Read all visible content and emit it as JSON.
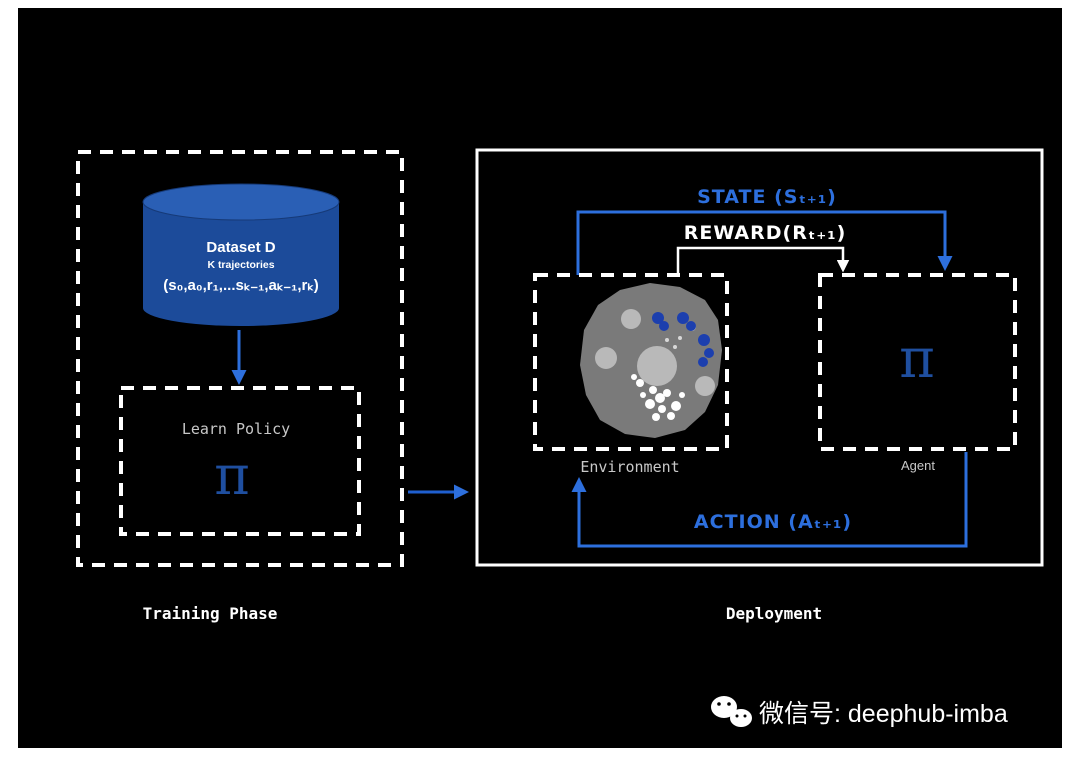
{
  "colors": {
    "background": "#000000",
    "frame": "#ffffff",
    "accent_blue": "#2d6fdd",
    "db_fill": "#1c4b9a",
    "db_top": "#2a5fb5",
    "pi_color": "#1f4fa0",
    "env_gray": "#7a7a7a",
    "env_light": "#b9b9b9",
    "label_gray": "#c8c8c8"
  },
  "training": {
    "section_label": "Training Phase",
    "dataset": {
      "title": "Dataset D",
      "subtitle": "K trajectories",
      "sequence": "(s₀,a₀,r₁,...sₖ₋₁,aₖ₋₁,rₖ)"
    },
    "policy_box": {
      "label": "Learn Policy",
      "symbol": "π"
    }
  },
  "deployment": {
    "section_label": "Deployment",
    "state_label": "STATE (Sₜ₊₁)",
    "reward_label": "REWARD(Rₜ₊₁)",
    "action_label": "ACTION (Aₜ₊₁)",
    "environment_label": "Environment",
    "agent_label": "Agent",
    "agent_symbol": "π"
  },
  "watermark": {
    "icon": "wechat-icon",
    "text": "微信号: deephub-imba"
  }
}
